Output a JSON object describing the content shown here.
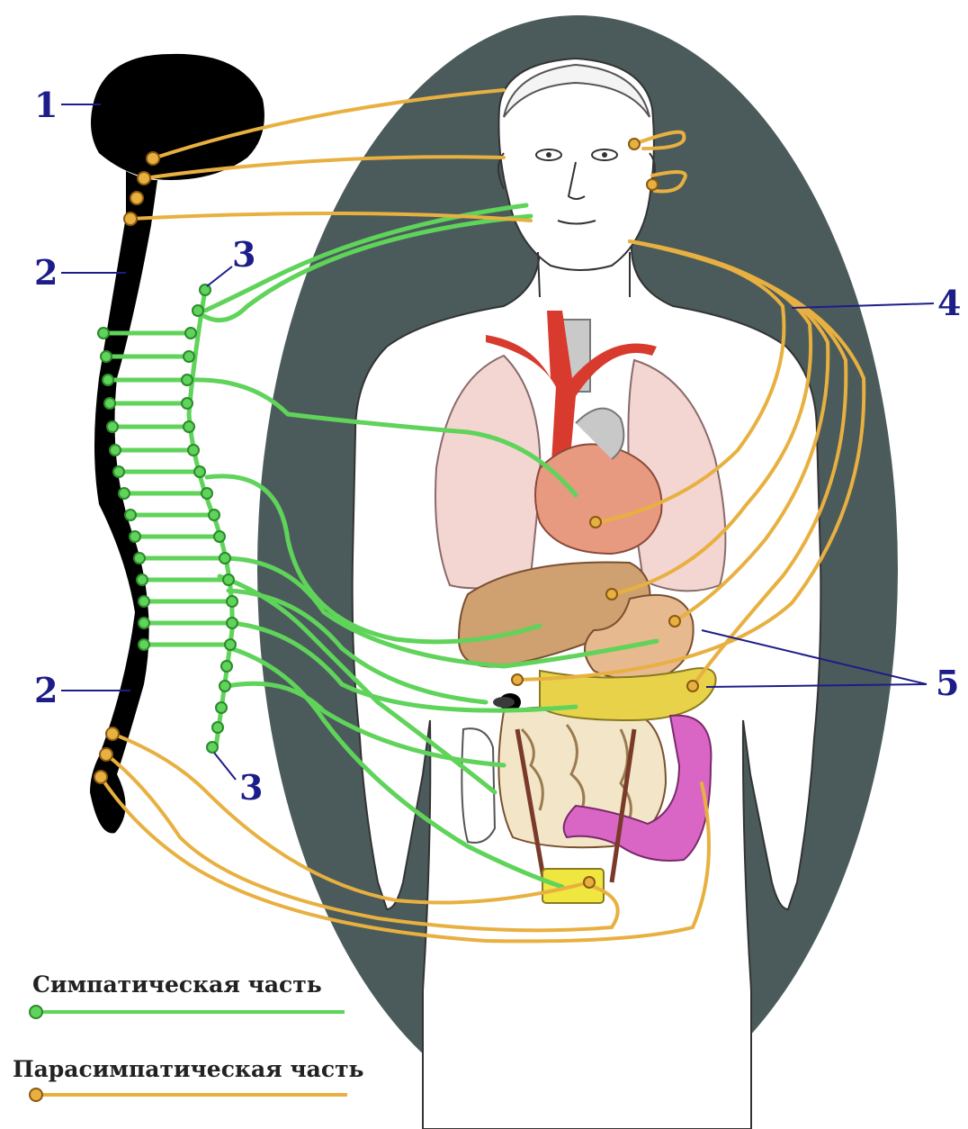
{
  "labels": {
    "n1": "1",
    "n2_top": "2",
    "n2_bottom": "2",
    "n3_top": "3",
    "n3_bottom": "3",
    "n4": "4",
    "n5": "5"
  },
  "legend": {
    "sympathetic": "Симпатическая часть",
    "parasympathetic": "Парасимпатическая часть"
  },
  "colors": {
    "sympathetic": "#5fd35a",
    "parasympathetic": "#e8b040",
    "background_oval": "#4b5b5b",
    "cns": "#000000",
    "label_text": "#1d1d8a"
  }
}
